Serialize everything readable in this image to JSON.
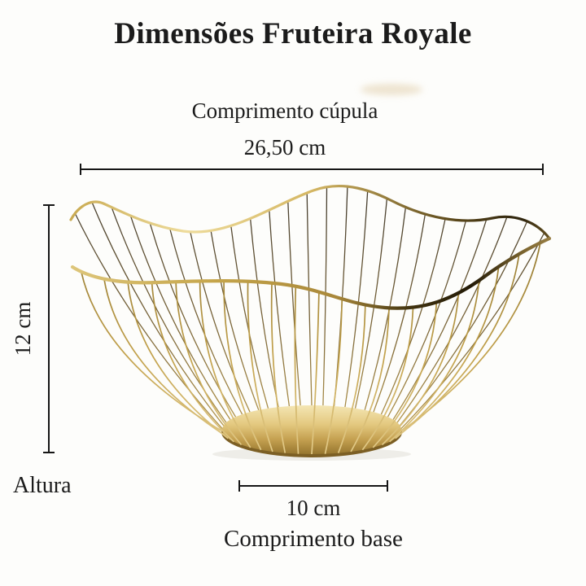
{
  "title": "Dimensões Fruteira Royale",
  "labels": {
    "dome_label": "Comprimento cúpula",
    "dome_value": "26,50 cm",
    "height_value": "12 cm",
    "height_label": "Altura",
    "base_value": "10 cm",
    "base_label": "Comprimento base"
  },
  "colors": {
    "background": "#fdfdfb",
    "text": "#1b1b1b",
    "dimension_line": "#161616",
    "gold": "#c9a850"
  },
  "illustration": {
    "name": "gold-wire-fruit-basket"
  }
}
